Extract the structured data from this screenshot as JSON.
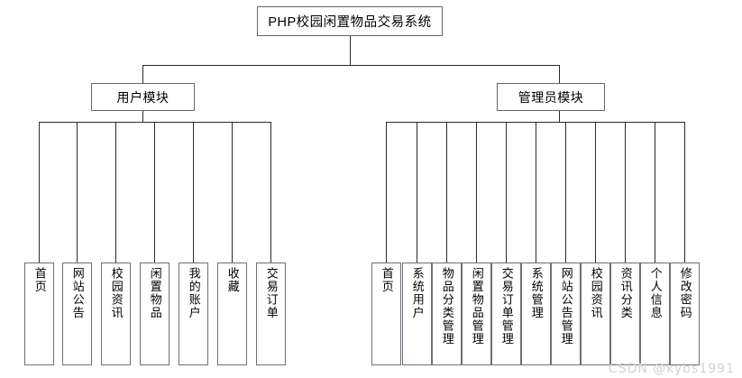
{
  "diagram": {
    "type": "tree",
    "root": {
      "label": "PHP校园闲置物品交易系统"
    },
    "branches": [
      {
        "label": "用户模块",
        "leaves": [
          {
            "label": "首页"
          },
          {
            "label": "网站公告"
          },
          {
            "label": "校园资讯"
          },
          {
            "label": "闲置物品"
          },
          {
            "label": "我的账户"
          },
          {
            "label": "收藏"
          },
          {
            "label": "交易订单"
          }
        ]
      },
      {
        "label": "管理员模块",
        "leaves": [
          {
            "label": "首页"
          },
          {
            "label": "系统用户"
          },
          {
            "label": "物品分类管理"
          },
          {
            "label": "闲置物品管理"
          },
          {
            "label": "交易订单管理"
          },
          {
            "label": "系统管理"
          },
          {
            "label": "网站公告管理"
          },
          {
            "label": "校园资讯"
          },
          {
            "label": "资讯分类"
          },
          {
            "label": "个人信息"
          },
          {
            "label": "修改密码"
          }
        ]
      }
    ],
    "watermark": "CSDN @kybs1991",
    "colors": {
      "box_border": "#6e7177",
      "line": "#2b2b2b",
      "background": "#ffffff",
      "text": "#000000",
      "watermark": "#d2d2d2"
    }
  }
}
